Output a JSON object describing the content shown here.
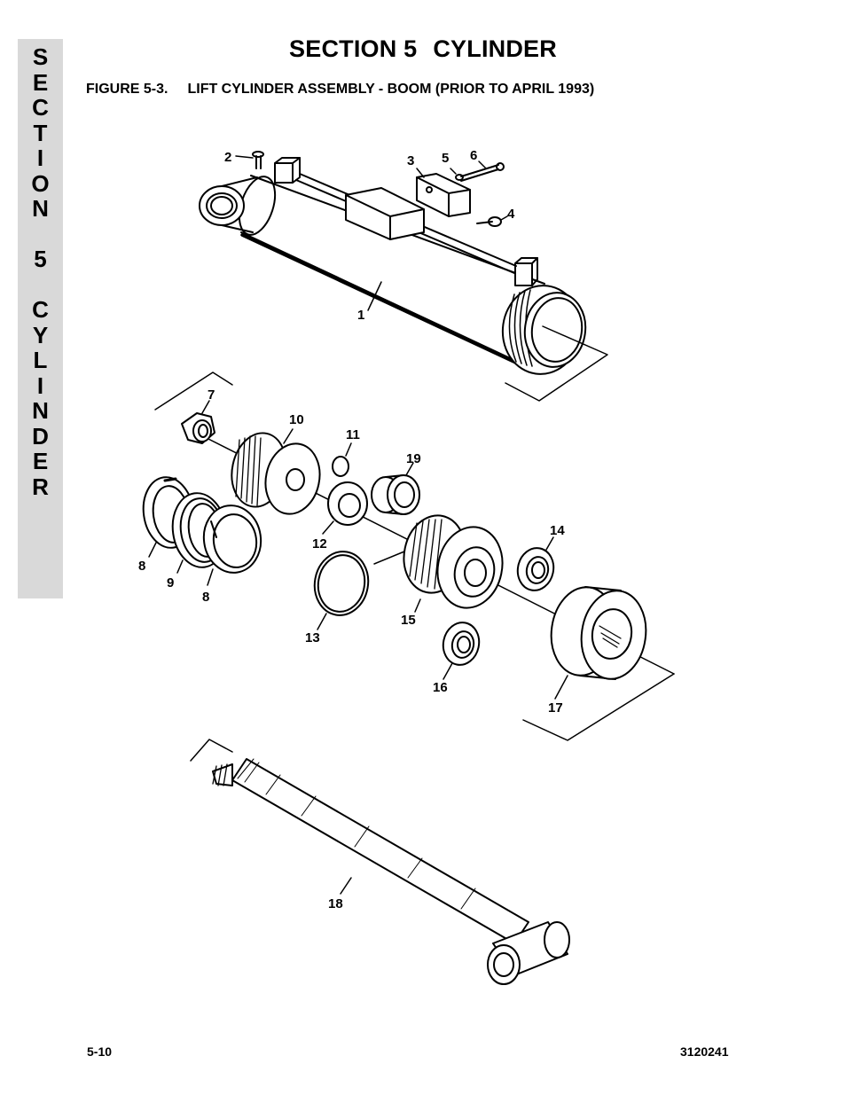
{
  "page": {
    "title_part1": "SECTION 5",
    "title_part2": "CYLINDER",
    "figure_number": "FIGURE 5-3.",
    "figure_title": "LIFT CYLINDER ASSEMBLY - BOOM (PRIOR TO APRIL 1993)",
    "side_tab_letters": [
      "S",
      "E",
      "C",
      "T",
      "I",
      "O",
      "N",
      " ",
      "5",
      " ",
      "C",
      "Y",
      "L",
      "I",
      "N",
      "D",
      "E",
      "R"
    ],
    "footer_page": "5-10",
    "footer_doc": "3120241"
  },
  "part_labels": [
    {
      "id": "label-2",
      "text": "2"
    },
    {
      "id": "label-3",
      "text": "3"
    },
    {
      "id": "label-5",
      "text": "5"
    },
    {
      "id": "label-6",
      "text": "6"
    },
    {
      "id": "label-4",
      "text": "4"
    },
    {
      "id": "label-1",
      "text": "1"
    },
    {
      "id": "label-7",
      "text": "7"
    },
    {
      "id": "label-10",
      "text": "10"
    },
    {
      "id": "label-11",
      "text": "11"
    },
    {
      "id": "label-19",
      "text": "19"
    },
    {
      "id": "label-12",
      "text": "12"
    },
    {
      "id": "label-14",
      "text": "14"
    },
    {
      "id": "label-8a",
      "text": "8"
    },
    {
      "id": "label-9",
      "text": "9"
    },
    {
      "id": "label-8b",
      "text": "8"
    },
    {
      "id": "label-13",
      "text": "13"
    },
    {
      "id": "label-15",
      "text": "15"
    },
    {
      "id": "label-16",
      "text": "16"
    },
    {
      "id": "label-17",
      "text": "17"
    },
    {
      "id": "label-18",
      "text": "18"
    }
  ]
}
